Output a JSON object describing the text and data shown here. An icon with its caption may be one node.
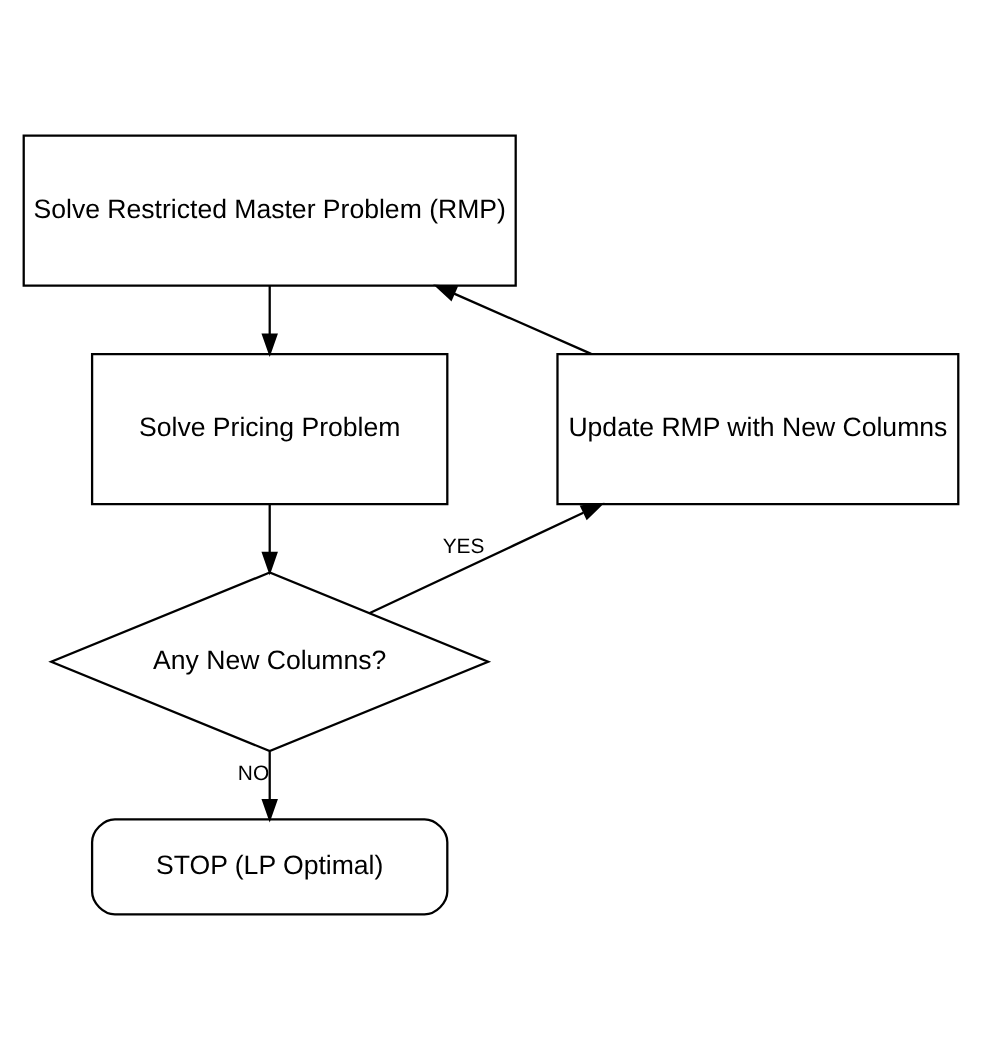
{
  "diagram": {
    "nodes": [
      {
        "text": [
          "Solve Restricted Master Problem (RMP)"
        ]
      },
      {
        "text": [
          "Update RMP with New Columns"
        ]
      },
      {
        "text": [
          "Solve Pricing Problem"
        ]
      },
      {
        "text": [
          "Any New Columns?"
        ]
      },
      {
        "text": [
          "STOP (LP Optimal)"
        ]
      }
    ],
    "edges": [
      {
        "from": 1,
        "to": 0,
        "arrow": "to"
      },
      {
        "from": 0,
        "to": 2,
        "arrow": "to"
      },
      {
        "from": 2,
        "to": 3,
        "arrow": "to"
      },
      {
        "from": 3,
        "to": 1,
        "arrow": "to",
        "label": "YES"
      },
      {
        "from": 3,
        "to": 4,
        "arrow": "to",
        "label": "NO"
      }
    ]
  }
}
